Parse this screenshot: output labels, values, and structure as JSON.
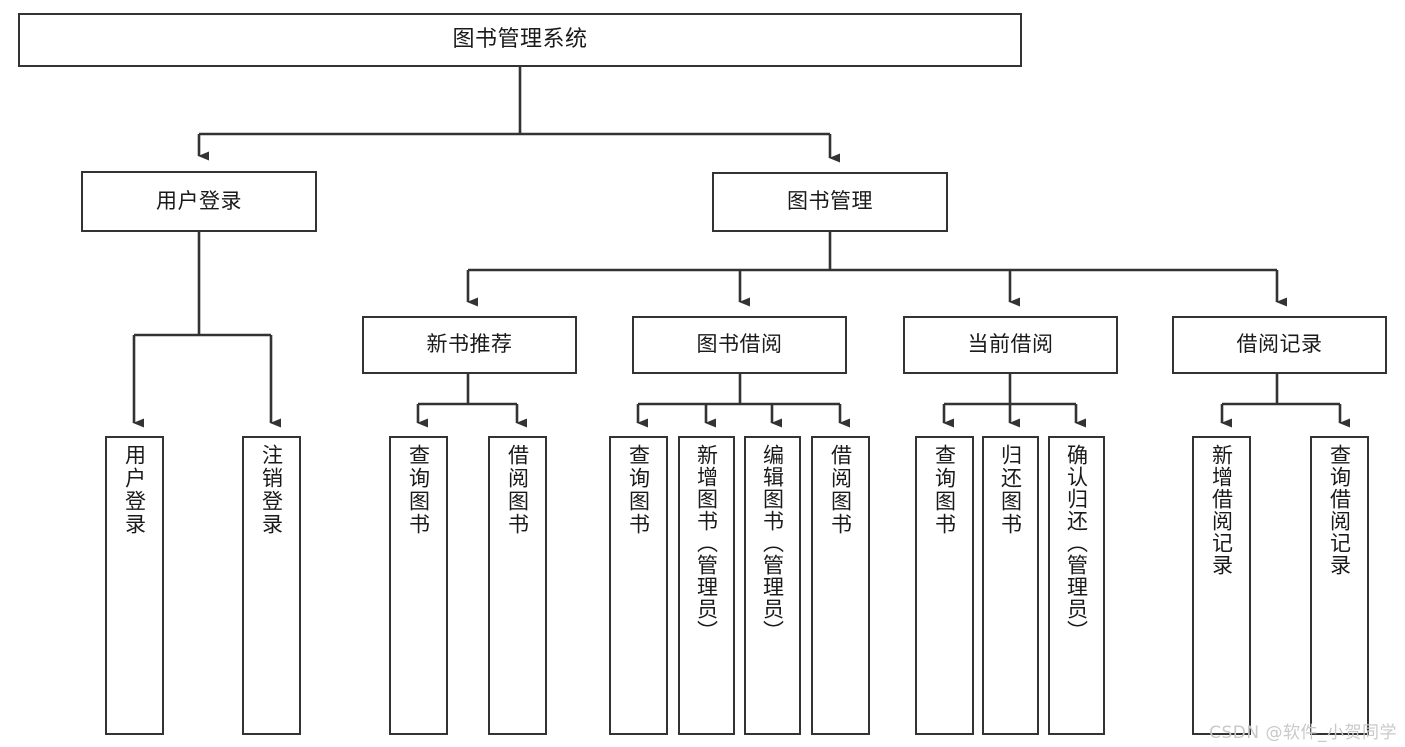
{
  "diagram": {
    "title": "图书管理系统",
    "type": "tree",
    "orientation": "top-down",
    "line_color": "#333333",
    "box_fill": "#ffffff",
    "box_border": "#333333",
    "watermark": "CSDN @软件_小贺同学",
    "levels": {
      "root": "图书管理系统",
      "level2": [
        "用户登录",
        "图书管理"
      ],
      "level3": [
        "新书推荐",
        "图书借阅",
        "当前借阅",
        "借阅记录"
      ]
    },
    "nodes": {
      "root": {
        "label": "图书管理系统"
      },
      "user_login": {
        "label": "用户登录"
      },
      "book_mgmt": {
        "label": "图书管理"
      },
      "new_book_rec": {
        "label": "新书推荐"
      },
      "book_borrow": {
        "label": "图书借阅"
      },
      "current_borrow": {
        "label": "当前借阅"
      },
      "borrow_record": {
        "label": "借阅记录"
      },
      "leaf_user_login": {
        "label": "用户登录"
      },
      "leaf_user_logout": {
        "label": "注销登录"
      },
      "leaf_rec_query": {
        "label": "查询图书"
      },
      "leaf_rec_borrow": {
        "label": "借阅图书"
      },
      "leaf_borrow_query": {
        "label": "查询图书"
      },
      "leaf_borrow_add": {
        "label": "新增图书（管理员）"
      },
      "leaf_borrow_edit": {
        "label": "编辑图书（管理员）"
      },
      "leaf_borrow_lend": {
        "label": "借阅图书"
      },
      "leaf_cur_query": {
        "label": "查询图书"
      },
      "leaf_cur_return": {
        "label": "归还图书"
      },
      "leaf_cur_confirm": {
        "label": "确认归还（管理员）"
      },
      "leaf_rec_add": {
        "label": "新增借阅记录"
      },
      "leaf_rec_search": {
        "label": "查询借阅记录"
      }
    }
  }
}
